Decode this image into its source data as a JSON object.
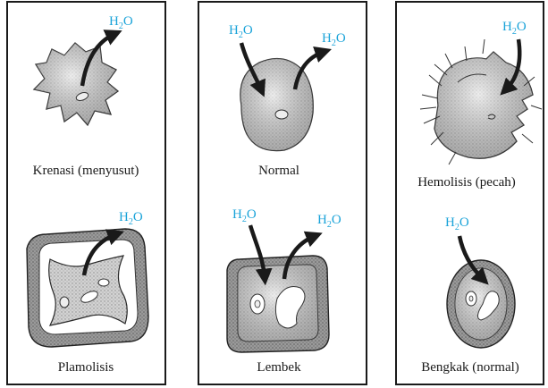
{
  "water_label": {
    "main": "H",
    "sub": "2",
    "tail": "O"
  },
  "panels": [
    {
      "top_caption": "Krenasi (menyusut)",
      "bottom_caption": "Plamolisis"
    },
    {
      "top_caption": "Normal",
      "bottom_caption": "Lembek"
    },
    {
      "top_caption": "Hemolisis (pecah)",
      "bottom_caption": "Bengkak (normal)"
    }
  ],
  "colors": {
    "water": "#1aa3d9",
    "ink": "#1a1a1a",
    "cell_fill": "#c8c8c8",
    "wall_fill": "#8f8f8f"
  }
}
